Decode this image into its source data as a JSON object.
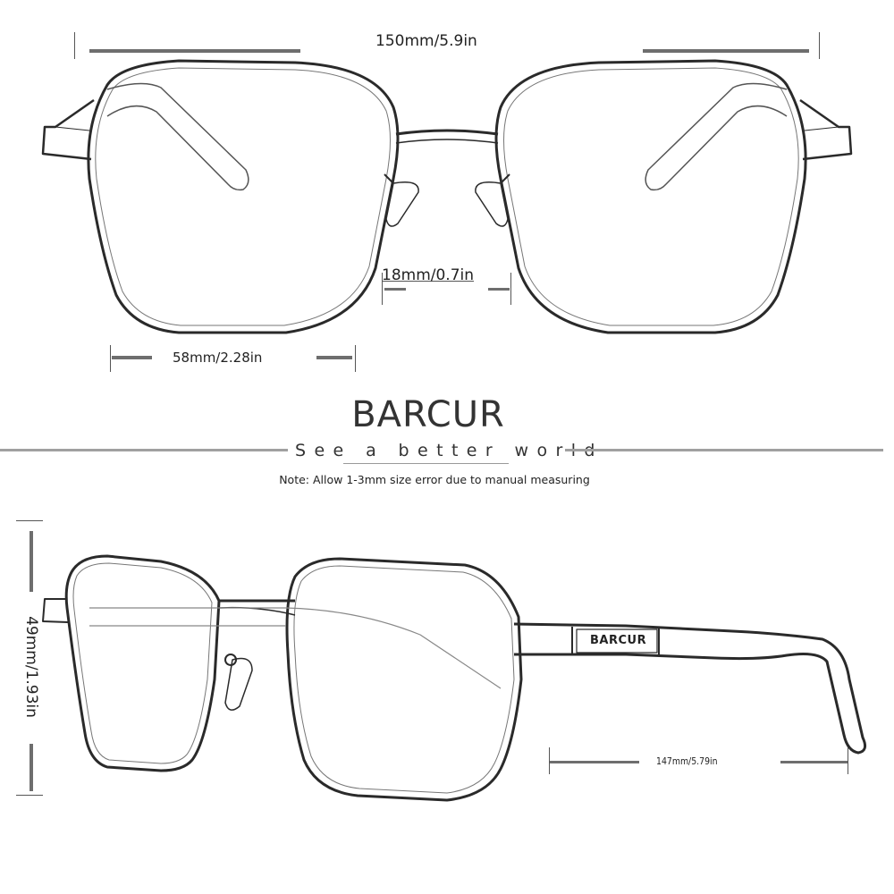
{
  "brand": {
    "name": "BARCUR",
    "tagline": "See a better world",
    "temple_logo": "BARCUR"
  },
  "note": "Note: Allow 1-3mm size error due to manual measuring",
  "front_view": {
    "total_width": "150mm/5.9in",
    "bridge_width": "18mm/0.7in",
    "lens_width": "58mm/2.28in"
  },
  "side_view": {
    "lens_height": "49mm/1.93in",
    "temple_length": "147mm/5.79in"
  },
  "colors": {
    "line": "#2a2a2a",
    "dimension_bar": "#6e6e6e",
    "divider": "#a0a0a0",
    "background": "#ffffff"
  }
}
